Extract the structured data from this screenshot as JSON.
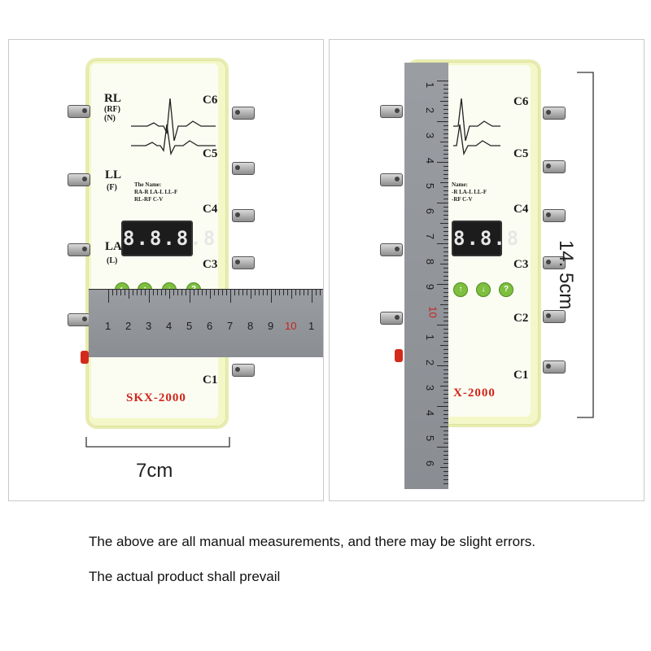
{
  "device": {
    "leads_left": [
      "RL",
      "LL",
      "LA"
    ],
    "leads_left_sub": [
      "(RF)\n(N)",
      "(F)",
      "(L)"
    ],
    "leads_right": [
      "C6",
      "C5",
      "C4",
      "C3",
      "C2",
      "C1"
    ],
    "names_block": [
      "The Name:",
      "RA-R  LA-L  LL-F",
      "RL-RF  C-V"
    ],
    "display_value": "8.8.8.8",
    "model": "SKX-2000"
  },
  "ruler_horizontal": {
    "numbers": [
      "1",
      "2",
      "3",
      "4",
      "5",
      "6",
      "7",
      "8",
      "9",
      "10",
      "1"
    ]
  },
  "ruler_vertical": {
    "numbers": [
      "1",
      "2",
      "3",
      "4",
      "5",
      "6",
      "7",
      "8",
      "9",
      "10",
      "1",
      "2",
      "3",
      "4",
      "5",
      "6"
    ]
  },
  "dimensions": {
    "width": "7cm",
    "height": "14. 5cm"
  },
  "caption": {
    "line1": "The above are all manual measurements, and there may be slight errors.",
    "line2": "The actual product shall prevail"
  },
  "colors": {
    "device_body": "#f4f7c8",
    "model_text": "#d0241b",
    "ruler": "#9a9ea3",
    "buttons": "#7fbf3f"
  }
}
